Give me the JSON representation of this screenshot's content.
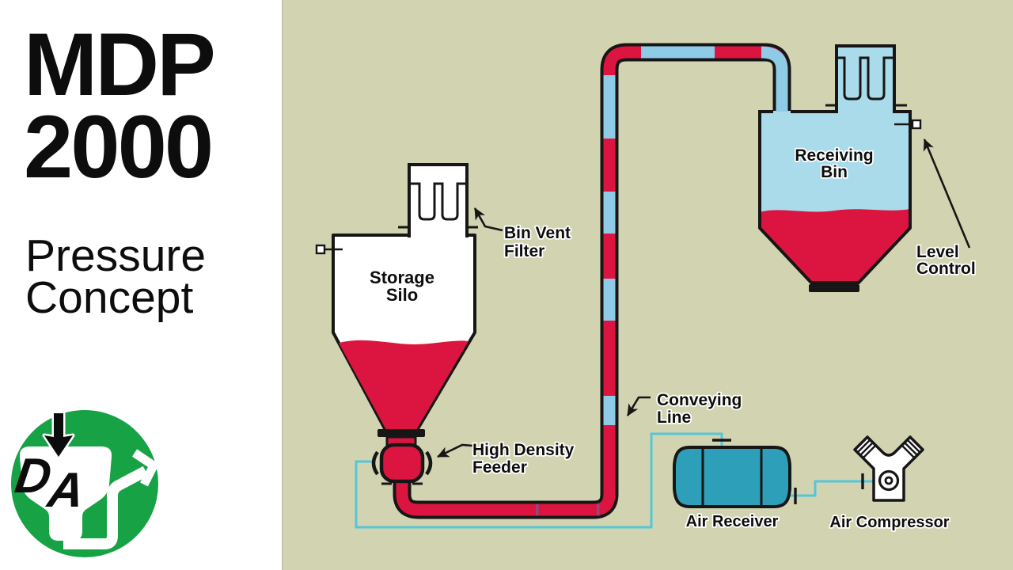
{
  "left_panel": {
    "title_line1": "MDP",
    "title_line2": "2000",
    "subtitle_line1": "Pressure",
    "subtitle_line2": "Concept",
    "logo_letter_d": "D",
    "logo_letter_a": "A"
  },
  "diagram": {
    "labels": {
      "storage_silo_1": "Storage",
      "storage_silo_2": "Silo",
      "bin_vent_1": "Bin Vent",
      "bin_vent_2": "Filter",
      "feeder_1": "High Density",
      "feeder_2": "Feeder",
      "conveying_1": "Conveying",
      "conveying_2": "Line",
      "receiving_1": "Receiving",
      "receiving_2": "Bin",
      "level_1": "Level",
      "level_2": "Control",
      "air_receiver": "Air Receiver",
      "air_compressor": "Air Compressor"
    }
  },
  "colors": {
    "background": "#d2d4b1",
    "outline": "#161616",
    "materialRed": "#dc1540",
    "pipeBlue": "#8fcbe6",
    "binBlue": "#a9dbeb",
    "tankTeal": "#2d9fb8",
    "airLineCyan": "#54c6d8",
    "slugDivider": "#8e4a78",
    "logoGreen": "#17a245",
    "textDark": "#0d0d0d",
    "panelWhite": "#ffffff"
  }
}
